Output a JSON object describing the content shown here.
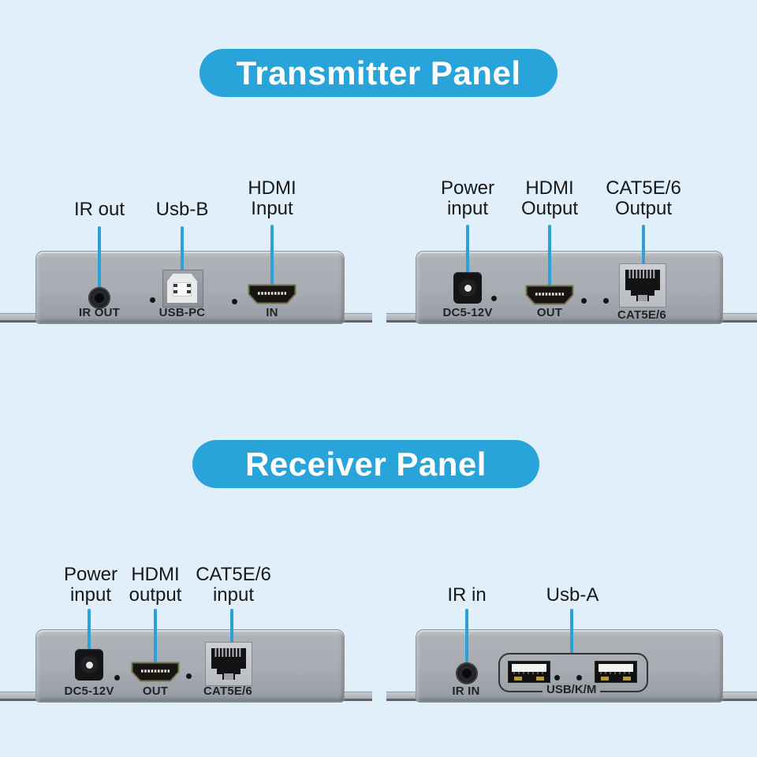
{
  "colors": {
    "background": "#e0eff9",
    "title_pill_blue": "#29a4db",
    "callout_line_blue": "#2aa2d6",
    "panel_gray": "#a7acb3"
  },
  "titles": {
    "transmitter": "Transmitter Panel",
    "receiver": "Receiver Panel"
  },
  "devices": {
    "tx_left": {
      "callouts": {
        "ir": "IR out",
        "usb": "Usb-B",
        "hdmi": "HDMI\nInput"
      },
      "ports": {
        "ir": "IR OUT",
        "usb": "USB-PC",
        "hdmi": "IN"
      }
    },
    "tx_right": {
      "callouts": {
        "power": "Power\ninput",
        "hdmi": "HDMI\nOutput",
        "cat": "CAT5E/6\nOutput"
      },
      "ports": {
        "power": "DC5-12V",
        "hdmi": "OUT",
        "cat": "CAT5E/6"
      }
    },
    "rx_left": {
      "callouts": {
        "power": "Power\ninput",
        "hdmi": "HDMI\noutput",
        "cat": "CAT5E/6\ninput"
      },
      "ports": {
        "power": "DC5-12V",
        "hdmi": "OUT",
        "cat": "CAT5E/6"
      }
    },
    "rx_right": {
      "callouts": {
        "ir": "IR in",
        "usb": "Usb-A"
      },
      "ports": {
        "ir": "IR IN",
        "usb": "USB/K/M"
      }
    }
  }
}
